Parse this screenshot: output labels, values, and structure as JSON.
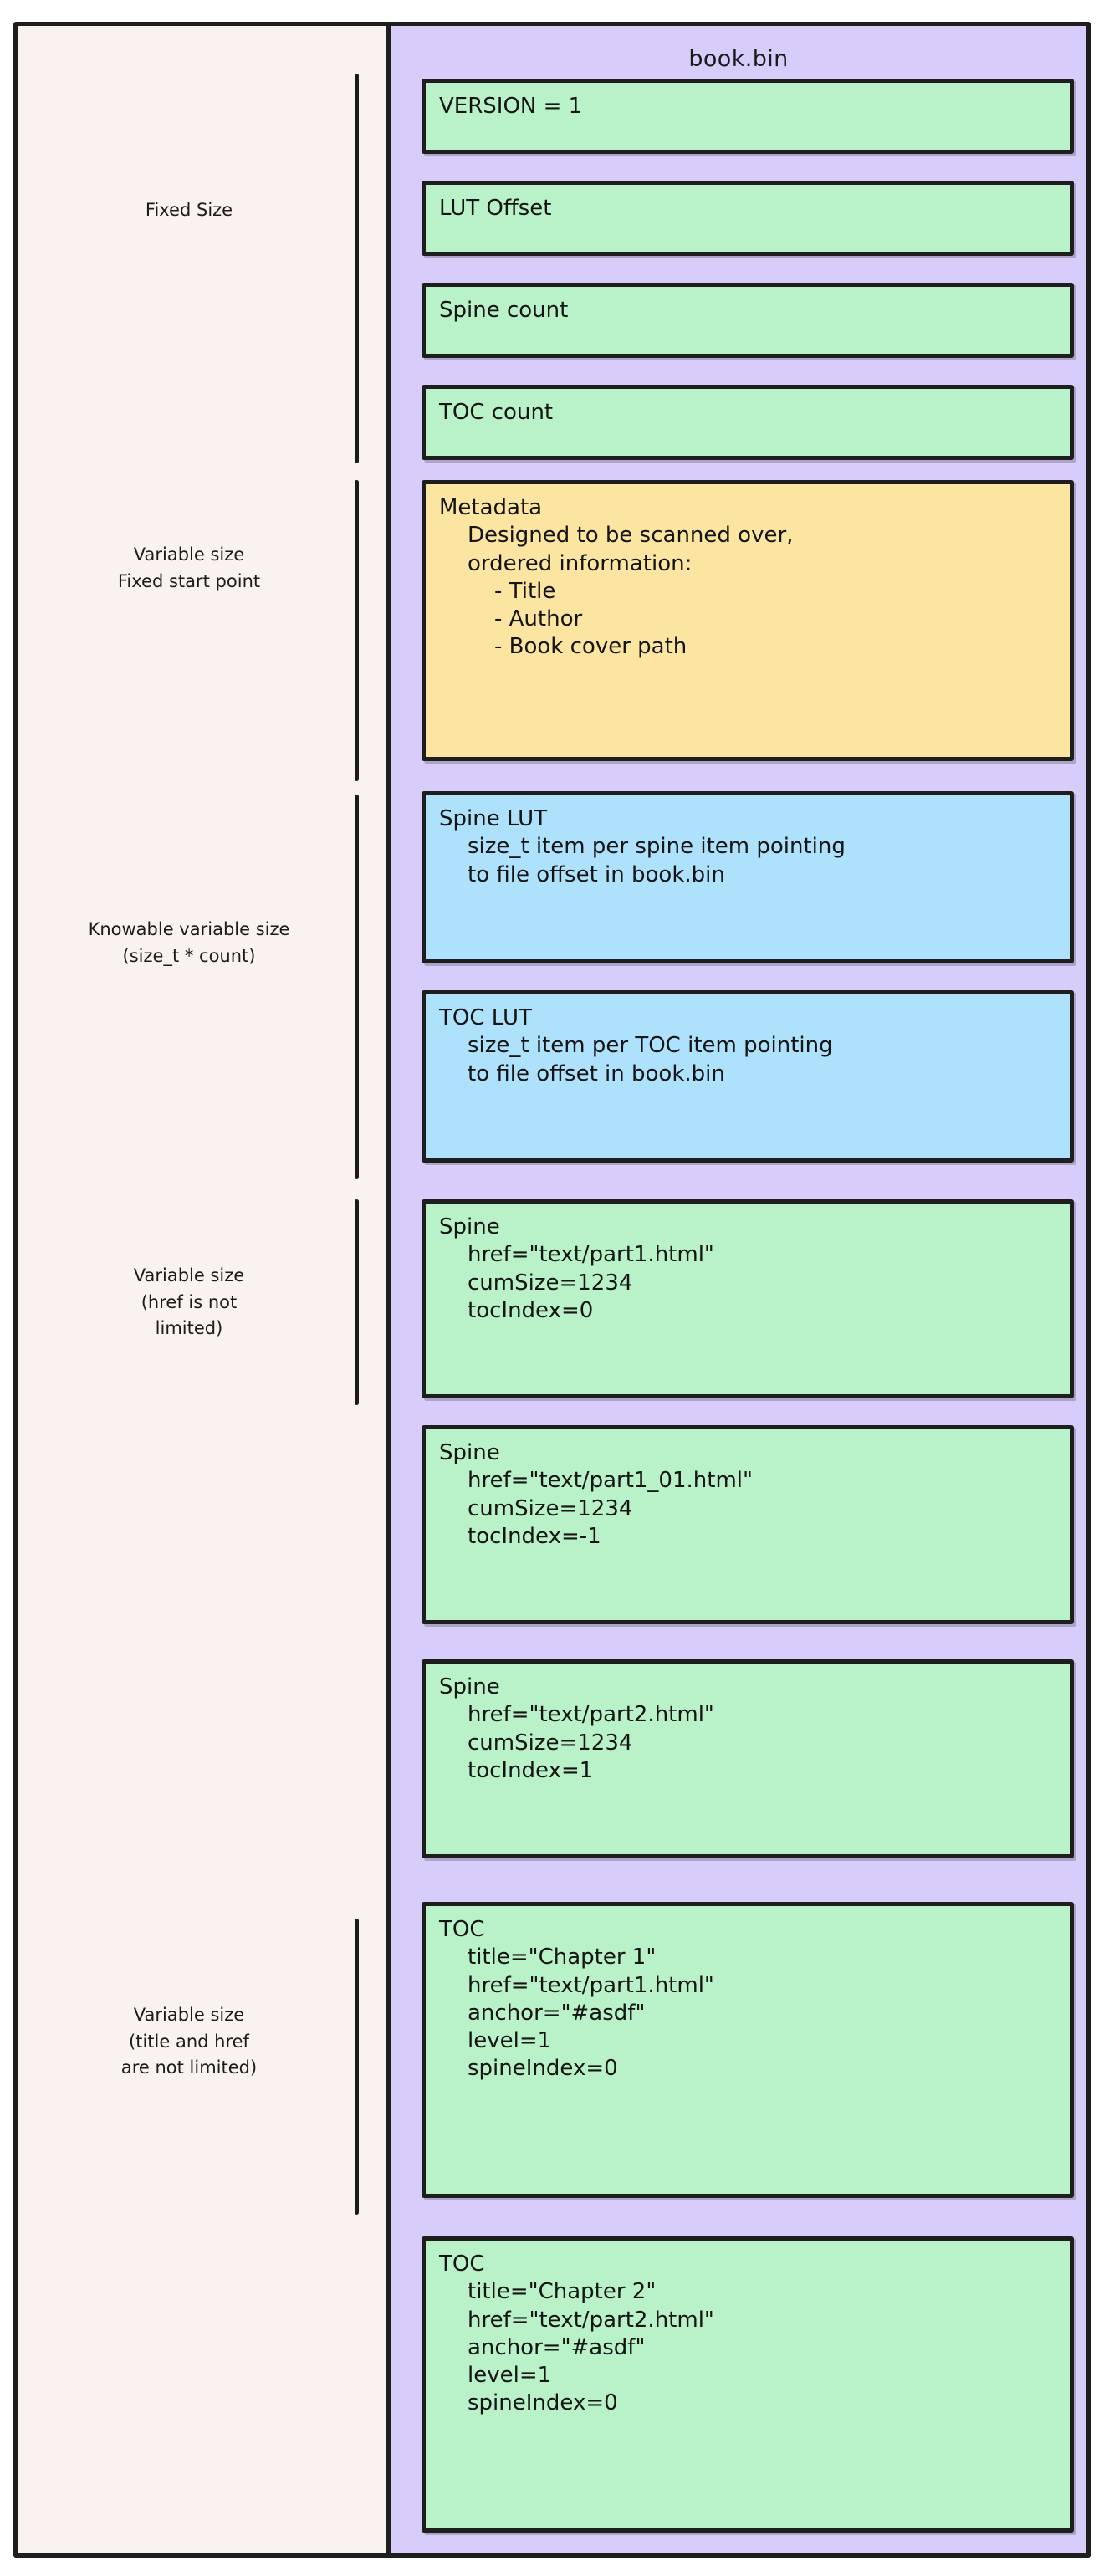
{
  "diagram": {
    "title": "book.bin",
    "file_label": "book.bin",
    "colors": {
      "page_background": "#ffffff",
      "outer_panel": "#f9f2ee",
      "bin_panel": "#d8cdfa",
      "green_block": "#b9f2c8",
      "yellow_block": "#fbe5a0",
      "blue_block": "#ade1fc",
      "stroke": "#1e1e1e",
      "text": "#141414"
    }
  },
  "legend": [
    {
      "id": "fixed-size",
      "lines": [
        "Fixed Size"
      ]
    },
    {
      "id": "variable-fixed-start",
      "lines": [
        "Variable size",
        "Fixed start point"
      ]
    },
    {
      "id": "knowable-variable",
      "lines": [
        "Knowable variable size",
        "(size_t * count)"
      ]
    },
    {
      "id": "variable-href",
      "lines": [
        "Variable size",
        "(href is not",
        "limited)"
      ]
    },
    {
      "id": "variable-title-href",
      "lines": [
        "Variable size",
        "(title and href",
        "are not limited)"
      ]
    }
  ],
  "blocks": [
    {
      "id": "version",
      "color": "green",
      "lines": [
        {
          "text": "VERSION = 1",
          "indent": 0
        }
      ]
    },
    {
      "id": "lut-offset",
      "color": "green",
      "lines": [
        {
          "text": "LUT Offset",
          "indent": 0
        }
      ]
    },
    {
      "id": "spine-count",
      "color": "green",
      "lines": [
        {
          "text": "Spine count",
          "indent": 0
        }
      ]
    },
    {
      "id": "toc-count",
      "color": "green",
      "lines": [
        {
          "text": "TOC count",
          "indent": 0
        }
      ]
    },
    {
      "id": "metadata",
      "color": "yellow",
      "lines": [
        {
          "text": "Metadata",
          "indent": 0
        },
        {
          "text": "Designed to be scanned over,",
          "indent": 1
        },
        {
          "text": "ordered information:",
          "indent": 1
        },
        {
          "text": "- Title",
          "indent": 2
        },
        {
          "text": "- Author",
          "indent": 2
        },
        {
          "text": "- Book cover path",
          "indent": 2
        }
      ]
    },
    {
      "id": "spine-lut",
      "color": "blue",
      "lines": [
        {
          "text": "Spine LUT",
          "indent": 0
        },
        {
          "text": "size_t item per spine item pointing",
          "indent": 1
        },
        {
          "text": "to file offset in book.bin",
          "indent": 1
        }
      ]
    },
    {
      "id": "toc-lut",
      "color": "blue",
      "lines": [
        {
          "text": "TOC LUT",
          "indent": 0
        },
        {
          "text": "size_t item per TOC item pointing",
          "indent": 1
        },
        {
          "text": "to file offset in book.bin",
          "indent": 1
        }
      ]
    },
    {
      "id": "spine-1",
      "color": "green",
      "lines": [
        {
          "text": "Spine",
          "indent": 0
        },
        {
          "text": "href=\"text/part1.html\"",
          "indent": 1
        },
        {
          "text": "cumSize=1234",
          "indent": 1
        },
        {
          "text": "tocIndex=0",
          "indent": 1
        }
      ]
    },
    {
      "id": "spine-2",
      "color": "green",
      "lines": [
        {
          "text": "Spine",
          "indent": 0
        },
        {
          "text": "href=\"text/part1_01.html\"",
          "indent": 1
        },
        {
          "text": "cumSize=1234",
          "indent": 1
        },
        {
          "text": "tocIndex=-1",
          "indent": 1
        }
      ]
    },
    {
      "id": "spine-3",
      "color": "green",
      "lines": [
        {
          "text": "Spine",
          "indent": 0
        },
        {
          "text": "href=\"text/part2.html\"",
          "indent": 1
        },
        {
          "text": "cumSize=1234",
          "indent": 1
        },
        {
          "text": "tocIndex=1",
          "indent": 1
        }
      ]
    },
    {
      "id": "toc-1",
      "color": "green",
      "lines": [
        {
          "text": "TOC",
          "indent": 0
        },
        {
          "text": "title=\"Chapter 1\"",
          "indent": 1
        },
        {
          "text": "href=\"text/part1.html\"",
          "indent": 1
        },
        {
          "text": "anchor=\"#asdf\"",
          "indent": 1
        },
        {
          "text": "level=1",
          "indent": 1
        },
        {
          "text": "spineIndex=0",
          "indent": 1
        }
      ]
    },
    {
      "id": "toc-2",
      "color": "green",
      "lines": [
        {
          "text": "TOC",
          "indent": 0
        },
        {
          "text": "title=\"Chapter 2\"",
          "indent": 1
        },
        {
          "text": "href=\"text/part2.html\"",
          "indent": 1
        },
        {
          "text": "anchor=\"#asdf\"",
          "indent": 1
        },
        {
          "text": "level=1",
          "indent": 1
        },
        {
          "text": "spineIndex=0",
          "indent": 1
        }
      ]
    }
  ]
}
